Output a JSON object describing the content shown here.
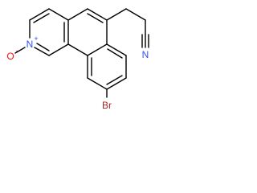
{
  "molecule": {
    "labels": {
      "nitrile_n": "N",
      "ring_n": "N",
      "n_oxide_o": "O",
      "bromine": "Br",
      "positive_charge": "+",
      "negative_charge": "-"
    },
    "colors": {
      "nitrogen": "#3050F8",
      "oxygen": "#FF0D0D",
      "bromine": "#A62929",
      "bond": "#000000"
    }
  }
}
